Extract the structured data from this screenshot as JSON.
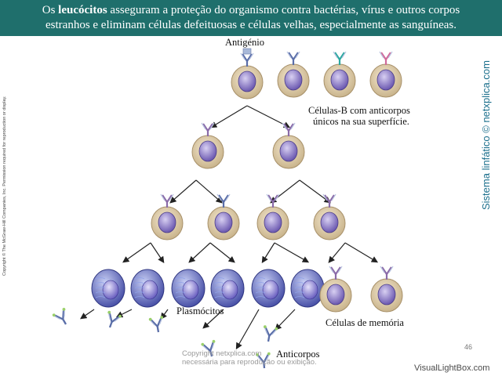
{
  "header": {
    "text_pre": "Os ",
    "text_bold": "leucócitos",
    "text_line1": " asseguram a proteção do organismo contra bactérias, vírus e outros corpos",
    "text_line2": "estranhos e eliminam células defeituosas e células velhas, especialmente as sanguíneas."
  },
  "labels": {
    "antigen": "Antigénio",
    "bcells_line1": "Células-B com anticorpos",
    "bcells_line2": "únicos na sua superfície.",
    "plasma": "Plasmócitos",
    "memory": "Células de memória",
    "antibodies": "Anticorpos"
  },
  "side_label": "Sistema linfático © netxplica.com",
  "copyright": "Copyright © The McGraw-Hill Companies, Inc. Permission required for reproduction or display.",
  "watermark": {
    "line1": "Copyright netxplica.com",
    "line2": "necessária para reprodução ou exibição."
  },
  "page_number": "46",
  "footer_brand": "VisualLightBox.com",
  "colors": {
    "header_bg": "#1f6f6c",
    "cell_body": "#e8d8b8",
    "nucleus": "#8e7cc6",
    "plasma_cell": "#6a74c8",
    "antibody_blue": "#5a6ea8",
    "antibody_purple": "#8a6aa8",
    "antibody_teal": "#2aa8a0",
    "antibody_pink": "#d06a9a",
    "antibody_tip": "#9ad06a"
  }
}
